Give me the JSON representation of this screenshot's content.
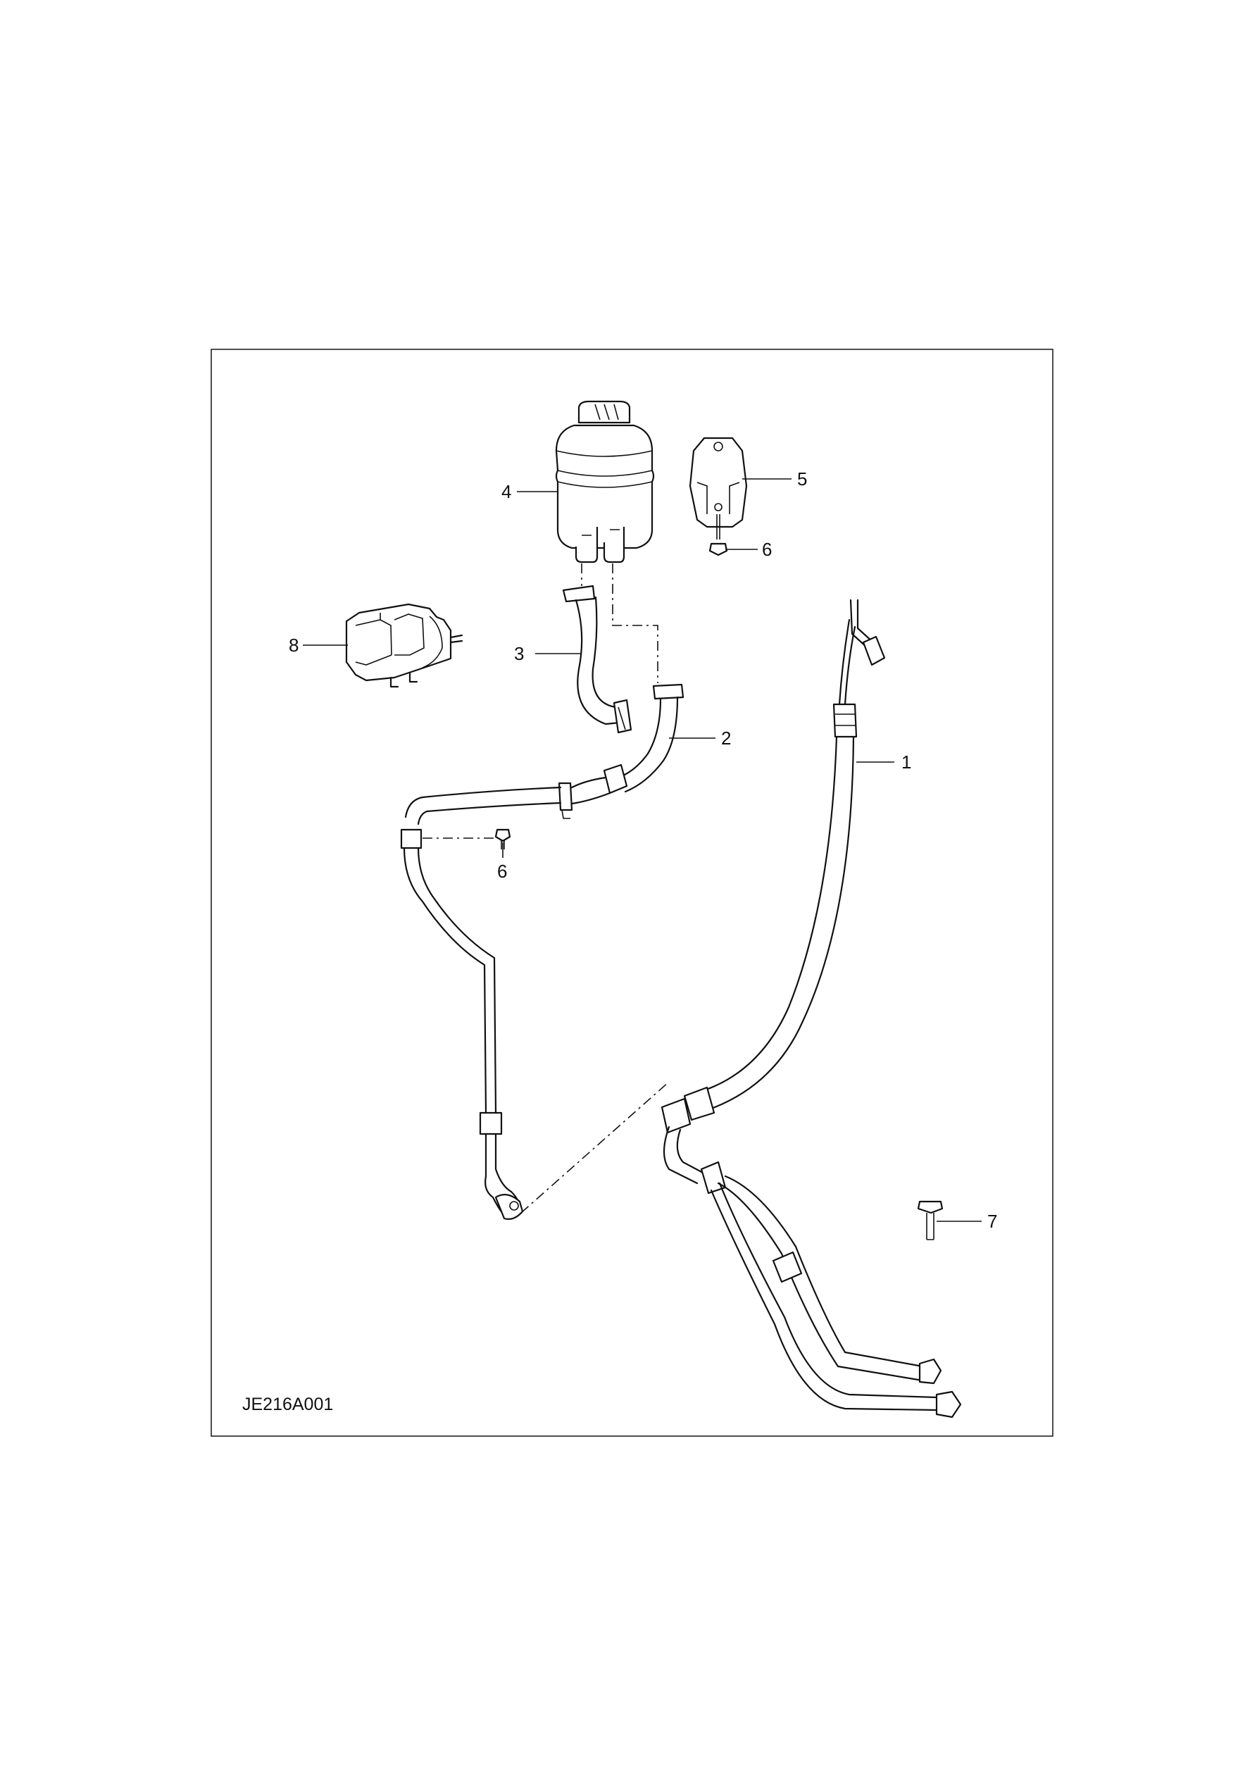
{
  "figure_code": "JE216A001",
  "callouts": [
    {
      "id": "1",
      "label": "1"
    },
    {
      "id": "2",
      "label": "2"
    },
    {
      "id": "3",
      "label": "3"
    },
    {
      "id": "4",
      "label": "4"
    },
    {
      "id": "5",
      "label": "5"
    },
    {
      "id": "6a",
      "label": "6"
    },
    {
      "id": "6b",
      "label": "6"
    },
    {
      "id": "7",
      "label": "7"
    },
    {
      "id": "8",
      "label": "8"
    }
  ]
}
